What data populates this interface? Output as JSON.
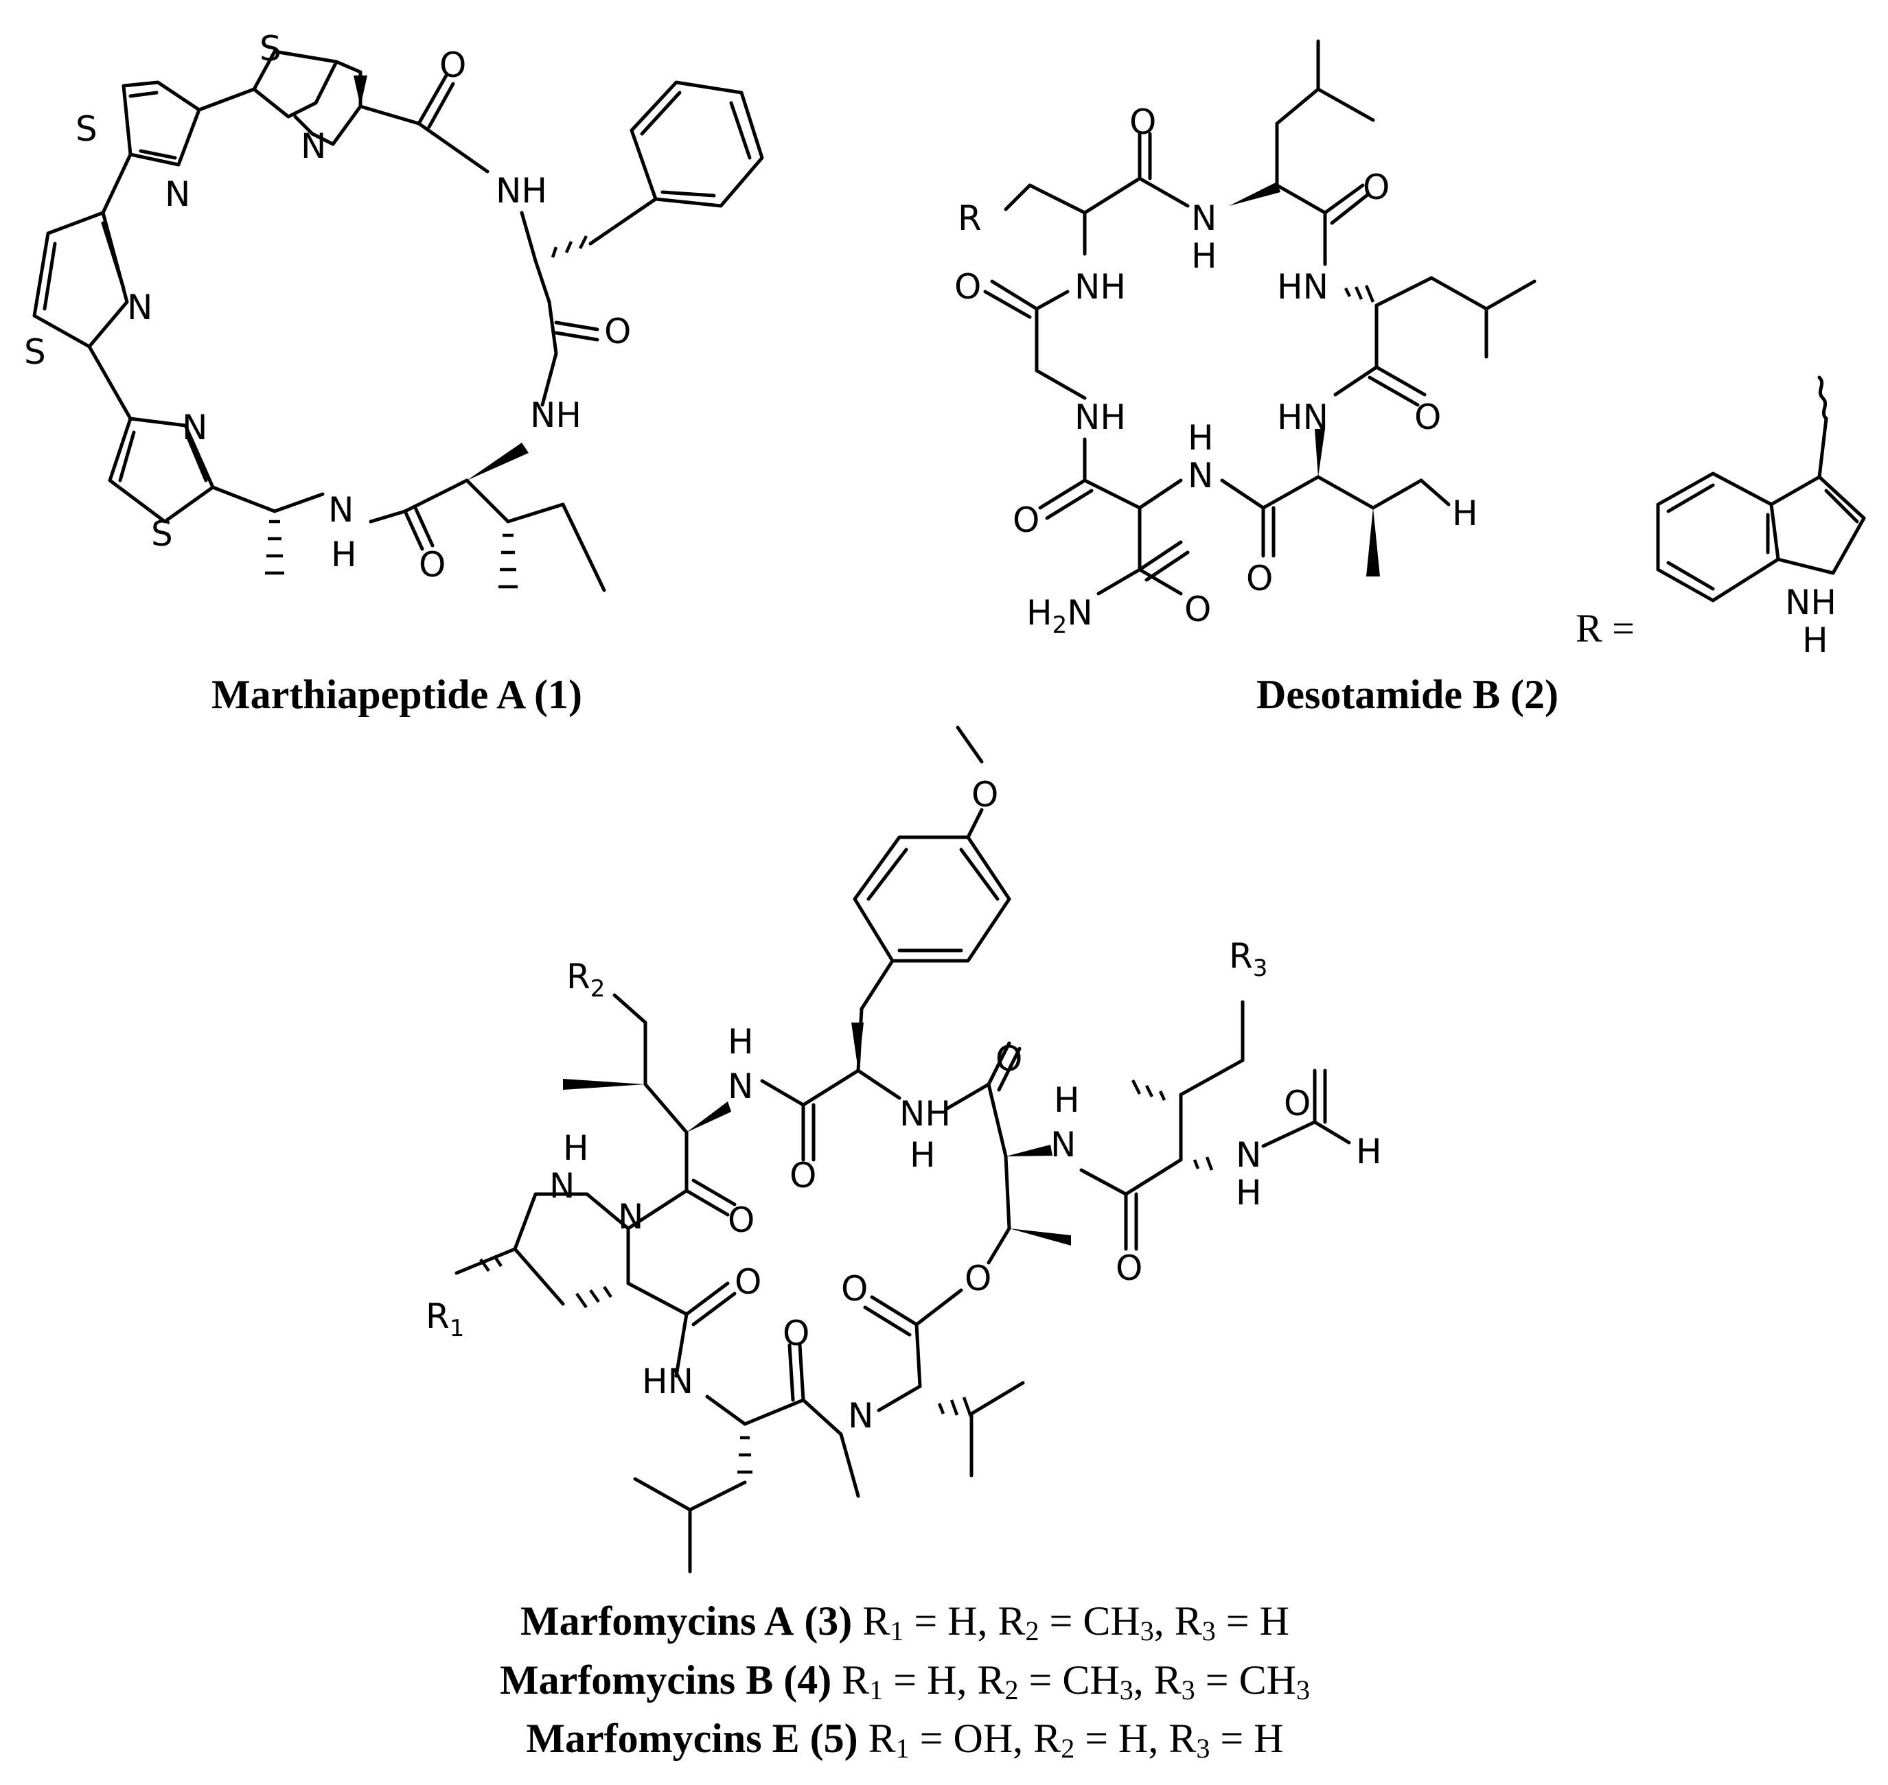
{
  "compounds": [
    {
      "name": "Marthiapeptide A",
      "number": "(1)"
    },
    {
      "name": "Desotamide B",
      "number": "(2)"
    },
    {
      "name": "Marfomycins A",
      "number": "(3)",
      "r1": "H",
      "r2": "CH",
      "r2_sub": "3",
      "r3": "H",
      "r3_sub": ""
    },
    {
      "name": "Marfomycins B",
      "number": "(4)",
      "r1": "H",
      "r2": "CH",
      "r2_sub": "3",
      "r3": "CH",
      "r3_sub": "3"
    },
    {
      "name": "Marfomycins E",
      "number": "(5)",
      "r1": "OH",
      "r2": "H",
      "r2_sub": "",
      "r3": "H",
      "r3_sub": ""
    }
  ],
  "r_substituent_label": "R =",
  "atoms": {
    "S": "S",
    "N": "N",
    "O": "O",
    "NH": "NH",
    "HN": "HN",
    "H": "H",
    "R": "R",
    "H2N_H": "H",
    "H2N_2": "2",
    "H2N_N": "N",
    "R1": "R",
    "R1_sub": "1",
    "R2": "R",
    "R2_sub": "2",
    "R3": "R",
    "R3_sub": "3"
  },
  "caption_parts": {
    "R": "R",
    "eq": " = ",
    "comma": ", ",
    "sub1": "1",
    "sub2": "2",
    "sub3": "3"
  }
}
